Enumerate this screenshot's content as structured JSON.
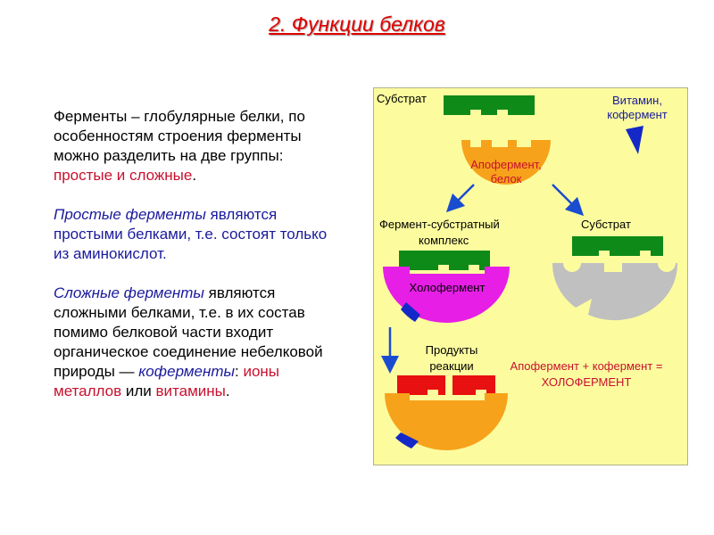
{
  "title": "2. Функции белков",
  "paragraphs": {
    "p1_a": "Ферменты – глобулярные белки, по особенностям строения ферменты можно разделить на две группы: ",
    "p1_b": "простые и сложные",
    "p1_c": ".",
    "p2_a": "Простые ферменты",
    "p2_b": " являются простыми белками, т.е. состоят только из аминокислот.",
    "p3_a": "Сложные ферменты",
    "p3_b": " являются сложными белками, т.е. в их состав помимо белковой части входит органическое соединение небелковой природы — ",
    "p3_c": "коферменты",
    "p3_d": ": ",
    "p3_e": "ионы металлов",
    "p3_f": " или ",
    "p3_g": "витамины",
    "p3_h": "."
  },
  "diagram": {
    "substrate_top": "Субстрат",
    "vitamin_l1": "Витамин,",
    "vitamin_l2": "кофермент",
    "apo_l1": "Апофермент,",
    "apo_l2": "белок",
    "complex_l1": "Фермент-субстратный",
    "complex_l2": "комплекс",
    "substrate_right": "Субстрат",
    "holo": "Холофермент",
    "products_l1": "Продукты",
    "products_l2": "реакции",
    "eq_l1": "Апофермент + кофермент =",
    "eq_l2": "ХОЛОФЕРМЕНТ"
  },
  "colors": {
    "title": "#e00000",
    "highlight_red": "#c8102e",
    "highlight_blue": "#1a1a9c",
    "panel_bg": "#fcfc9f",
    "substrate_green": "#0e8a18",
    "apoenzyme_orange": "#f7a21b",
    "holoenzyme_magenta": "#e61ee6",
    "coenzyme_blue": "#1428c8",
    "gray_enzyme": "#c0c0c0",
    "products_red": "#e81010",
    "arrow_blue": "#1a4cd0"
  }
}
